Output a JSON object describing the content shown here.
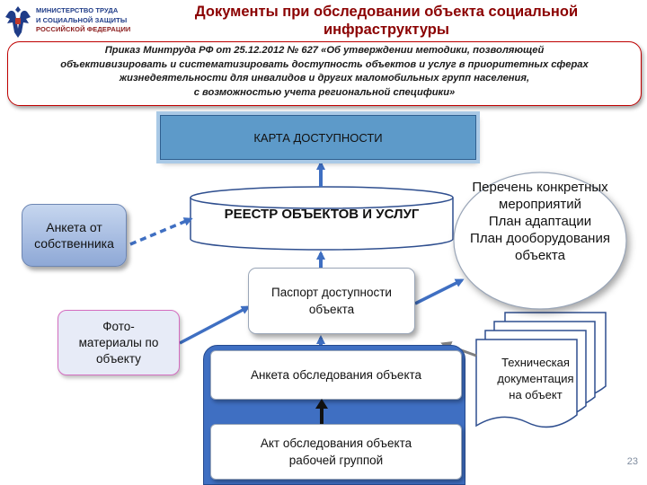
{
  "ministry": {
    "line1": "МИНИСТЕРСТВО ТРУДА",
    "line2": "И СОЦИАЛЬНОЙ ЗАЩИТЫ",
    "line3": "РОССИЙСКОЙ ФЕДЕРАЦИИ",
    "emblem_icon": "double-headed-eagle-emblem",
    "emblem_color": "#1f3c88"
  },
  "title": {
    "line1": "Документы при обследовании объекта социальной",
    "line2": "инфраструктуры",
    "color": "#8b0000"
  },
  "order": {
    "line1": "Приказ Минтруда РФ от 25.12.2012 № 627 «Об утверждении методики, позволяющей",
    "line2": "объективизировать и систематизировать доступность объектов и услуг в приоритетных сферах",
    "line3": "жизнедеятельности для инвалидов и других маломобильных групп населения,",
    "line4": "с возможностью учета региональной специфики»",
    "border_color": "#c00000"
  },
  "nodes": {
    "karta": "КАРТА ДОСТУПНОСТИ",
    "reestr": "РЕЕСТР ОБЪЕКТОВ И УСЛУГ",
    "anketa_owner": {
      "line1": "Анкета от",
      "line2": "собственника"
    },
    "foto": {
      "line1": "Фото-",
      "line2": "материалы по",
      "line3": "объекту"
    },
    "passport": {
      "line1": "Паспорт доступности",
      "line2": "объекта"
    },
    "anketa_survey": "Анкета обследования объекта",
    "akt": {
      "line1": "Акт обследования объекта",
      "line2": "рабочей группой"
    },
    "measures": {
      "line1": "Перечень конкретных",
      "line2": "мероприятий",
      "line3": "План адаптации",
      "line4": "План дооборудования",
      "line5": "объекта"
    },
    "techdoc": {
      "line1": "Техническая",
      "line2": "документация",
      "line3": "на объект"
    }
  },
  "colors": {
    "arrow_blue": "#3f6fc2",
    "arrow_gray": "#7f7f7f",
    "karta_fill": "#5d9ac9",
    "panel_fill": "#3f6fc2"
  },
  "page_number": "23"
}
